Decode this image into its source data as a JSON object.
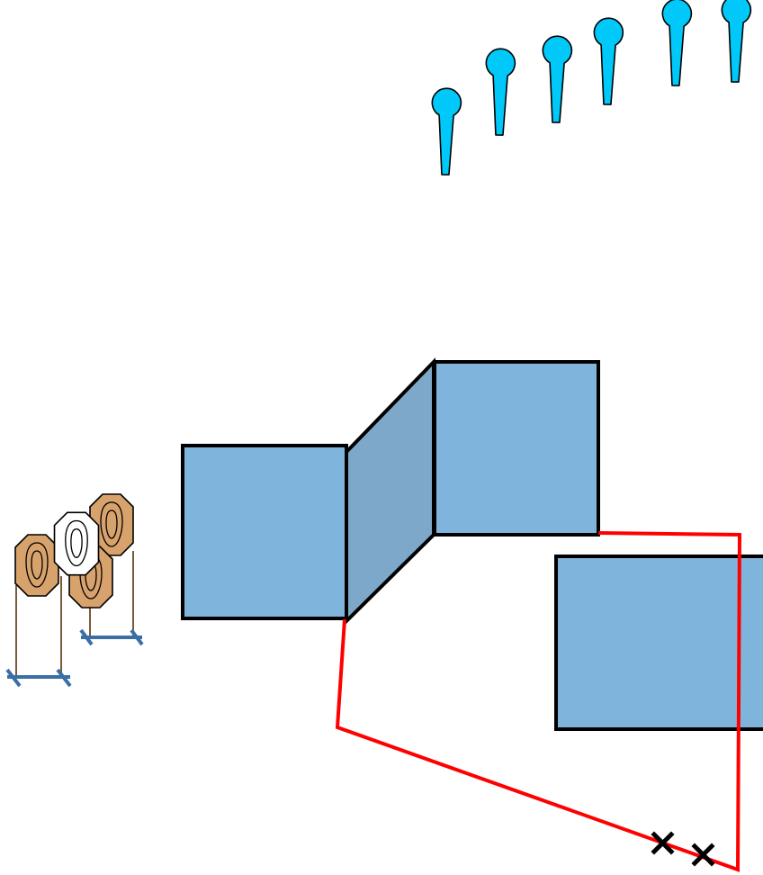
{
  "colors": {
    "background": "#ffffff",
    "wall_fill": "#7fb5dc",
    "wall_side_fill": "#7da8c9",
    "wall_stroke": "#000000",
    "fault_line": "#ff0000",
    "popper_fill": "#00c8f8",
    "target_cardboard": "#d8a26c",
    "target_no_shoot": "#ffffff",
    "stand_base": "#3a6fa6",
    "stand_leg": "#7a5a3a",
    "marker": "#000000"
  },
  "elements": {
    "steel_poppers": {
      "count": 6,
      "icon": "popper-steel-icon"
    },
    "walls": {
      "count": 3,
      "connector_panels": 1
    },
    "paper_targets": {
      "shoot_count": 3,
      "no_shoot_count": 1,
      "icon": "ipsc-target-icon"
    },
    "target_stands": {
      "count": 2
    },
    "fault_line": {
      "shape": "shooting-area-boundary"
    },
    "start_markers": {
      "count": 2,
      "icon": "x-mark-icon"
    }
  }
}
